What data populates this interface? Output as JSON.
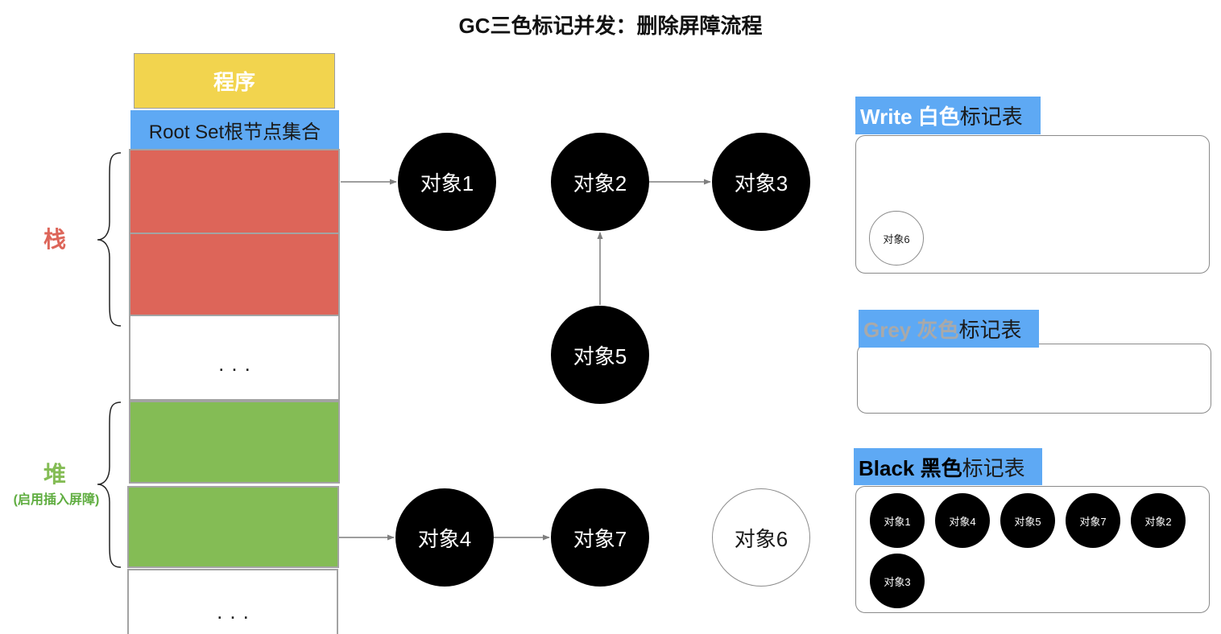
{
  "title": "GC三色标记并发：删除屏障流程",
  "colors": {
    "program": "#F2D44E",
    "root_set": "#5EA9F4",
    "stack": "#DD6559",
    "heap": "#84BC55",
    "heap_note": "#5FAD40",
    "table_label_bg": "#5EA9F4",
    "white_label_text": "#FFFFFF",
    "grey_label_text": "#A9A9A9",
    "black_label_text": "#000000"
  },
  "memory": {
    "program": "程序",
    "root_set": "Root Set根节点集合",
    "stack_label": "栈",
    "heap_label": "堆",
    "heap_note": "(启用插入屏障)",
    "stack_ellipsis": "...",
    "heap_ellipsis": "..."
  },
  "objects": {
    "obj1": {
      "label": "对象1",
      "fill": "#000000",
      "text_color": "#FFFFFF"
    },
    "obj2": {
      "label": "对象2",
      "fill": "#000000",
      "text_color": "#FFFFFF"
    },
    "obj3": {
      "label": "对象3",
      "fill": "#000000",
      "text_color": "#FFFFFF"
    },
    "obj4": {
      "label": "对象4",
      "fill": "#000000",
      "text_color": "#FFFFFF"
    },
    "obj5": {
      "label": "对象5",
      "fill": "#000000",
      "text_color": "#FFFFFF"
    },
    "obj6": {
      "label": "对象6",
      "fill": "#FFFFFF",
      "text_color": "#1A1A1A"
    },
    "obj7": {
      "label": "对象7",
      "fill": "#000000",
      "text_color": "#FFFFFF"
    }
  },
  "tables": {
    "white": {
      "name": "Write 白色",
      "suffix": "标记表",
      "item_fill": "#FFFFFF",
      "item_text_color": "#1A1A1A",
      "items": [
        "对象6"
      ]
    },
    "grey": {
      "name": "Grey 灰色",
      "suffix": "标记表",
      "items": []
    },
    "black": {
      "name": "Black 黑色",
      "suffix": "标记表",
      "item_fill": "#000000",
      "item_text_color": "#FFFFFF",
      "items": [
        "对象1",
        "对象4",
        "对象5",
        "对象7",
        "对象2",
        "对象3"
      ]
    }
  }
}
